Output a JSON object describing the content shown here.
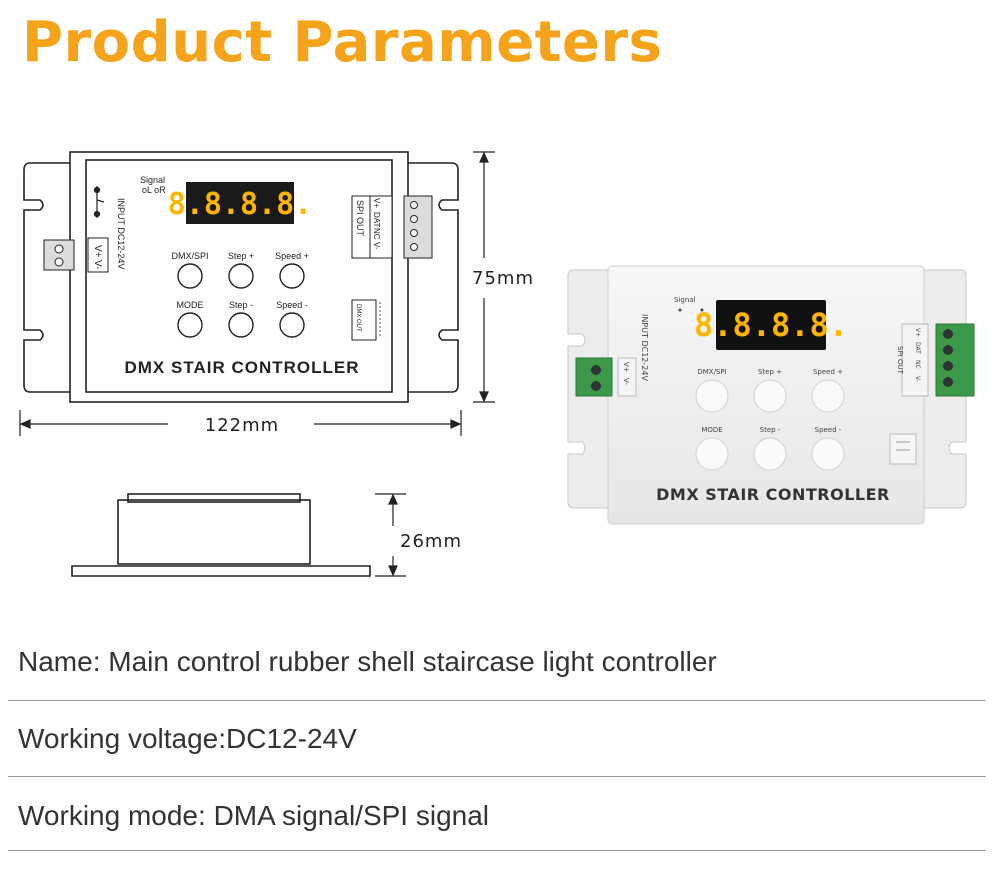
{
  "title": "Product Parameters",
  "drawing": {
    "width_label": "122mm",
    "height_label": "75mm",
    "depth_label": "26mm",
    "signal_label": "Signal",
    "signal_lr": "oL oR",
    "display_digits": "8.8.8.8.",
    "input_label": "INPUT DC12-24V",
    "power_terminal_pos": "V+",
    "power_terminal_neg": "V-",
    "spi_out_label": "SPI OUT",
    "spi_terminals": [
      "V+",
      "DAT",
      "NC",
      "V-"
    ],
    "buttons_top": [
      "DMX/SPI",
      "Step +",
      "Speed +"
    ],
    "buttons_bottom": [
      "MODE",
      "Step -",
      "Speed -"
    ],
    "dip_label": "DMX OUT",
    "device_name": "DMX STAIR CONTROLLER"
  },
  "photo": {
    "signal_label": "Signal",
    "display_digits": "8.8.8.8.",
    "input_label": "INPUT DC12-24V",
    "power_terminal_pos": "V+",
    "power_terminal_neg": "V-",
    "spi_out_label": "SPI OUT",
    "spi_terminals": [
      "V+",
      "DAT",
      "NC",
      "V-"
    ],
    "buttons_top": [
      "DMX/SPI",
      "Step +",
      "Speed +"
    ],
    "buttons_bottom": [
      "MODE",
      "Step -",
      "Speed -"
    ],
    "device_name": "DMX STAIR CONTROLLER"
  },
  "specs": [
    "Name: Main control rubber shell staircase light controller",
    "Working voltage:DC12-24V",
    "Working mode: DMA signal/SPI signal"
  ],
  "colors": {
    "title": "#f5a31a",
    "display_bg": "#1a1a1a",
    "display_digits": "#ffb400",
    "terminal": "#3a9a4a"
  }
}
